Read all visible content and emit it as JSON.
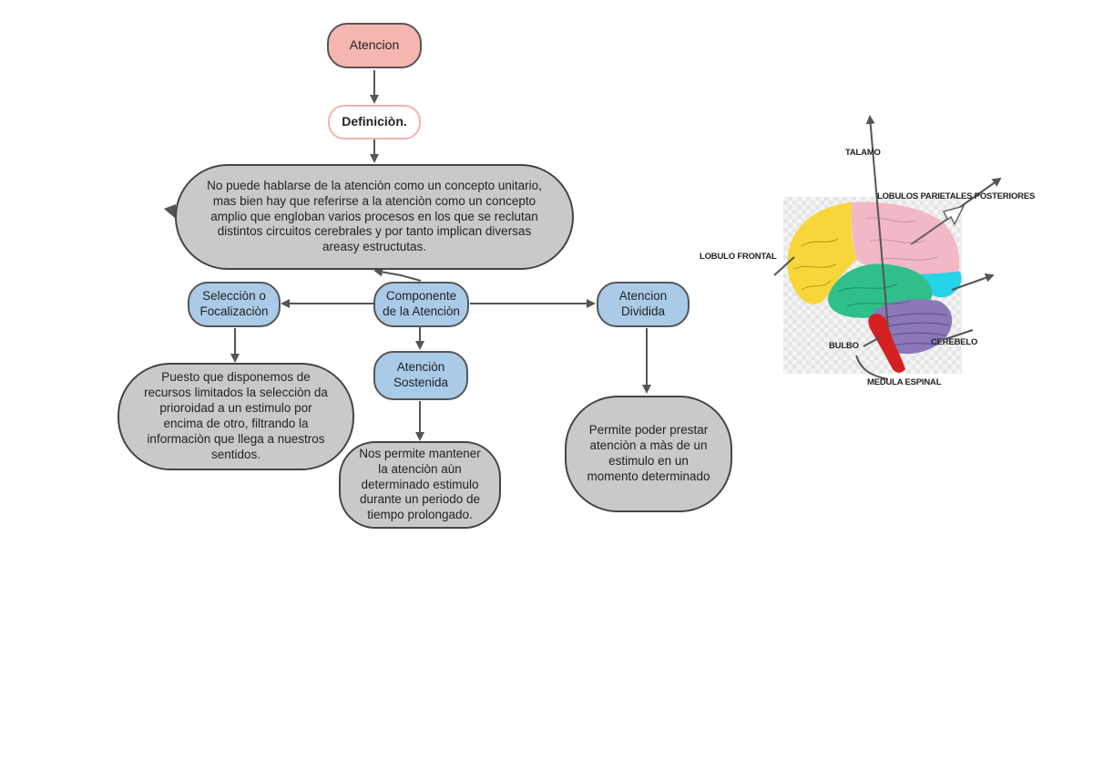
{
  "concept_map": {
    "title": "Atencion",
    "definition_label": "Definiciòn.",
    "definition_text": "No puede hablarse de la atenciòn como un concepto unitario, mas bien hay que referirse a la atenciòn como un concepto amplio que engloban varios procesos en los que se reclutan distintos circuitos cerebrales y por tanto implican diversas areasy estructutas.",
    "center_node": "Componente de la Atenciòn",
    "left_node": "Selecciòn o Focalizaciòn",
    "right_node": "Atencion Dividida",
    "middle_node": "Atenciòn Sostenida",
    "left_text": "Puesto que  disponemos de recursos limitados la selecciòn da prioroidad a un estimulo por encima de otro, filtrando la informaciòn que llega a nuestros sentidos.",
    "middle_text": "Nos permite mantener la atenciòn  aùn determinado estimulo durante un periodo de tiempo prolongado.",
    "right_text": "Permite poder prestar atenciòn a màs de un estimulo  en un momento determinado"
  },
  "brain": {
    "labels": {
      "talamo": "TALAMO",
      "parietales": "LOBULOS PARIETALES POSTERIORES",
      "frontal": "LOBULO FRONTAL",
      "bulbo": "BULBO",
      "cerebelo": "CEREBELO",
      "medula": "MEDULA ESPINAL"
    },
    "colors": {
      "frontal": "#f7d63a",
      "parietal": "#f2b8c6",
      "temporal": "#2fc08a",
      "occipital": "#26d4e8",
      "cerebellum": "#8a78b8",
      "brainstem": "#d42020"
    }
  }
}
